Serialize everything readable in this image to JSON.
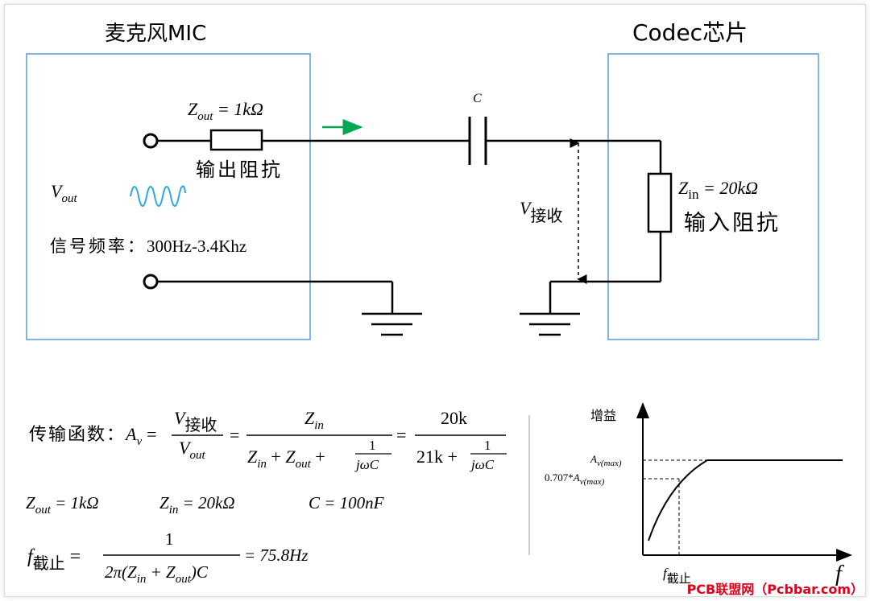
{
  "colors": {
    "box": "#5b9bd5",
    "wire": "#000000",
    "arrow": "#00a651",
    "sine": "#29a9e0",
    "watermark": "#e0001b"
  },
  "mic": {
    "title": "麦克风MIC",
    "zout": {
      "z": "Z",
      "sub": "out",
      "rest": " = 1kΩ"
    },
    "resistor_label": "输出阻抗",
    "vout": {
      "v": "V",
      "sub": "out"
    },
    "freq_label": "信号频率：",
    "freq_value": "300Hz-3.4Khz"
  },
  "codec": {
    "title": "Codec芯片",
    "zin": {
      "z": "Z",
      "sub": "in",
      "rest": " = 20kΩ"
    },
    "resistor_label": "输入阻抗"
  },
  "circuit": {
    "cap_label": "C",
    "vrecv": {
      "v": "V",
      "sub": "接收"
    }
  },
  "formula": {
    "transfer_label": "传输函数：",
    "av": "A",
    "av_sub": "v",
    "eq": "=",
    "f1_num": {
      "v": "V",
      "sub": "接收"
    },
    "f1_den": {
      "v": "V",
      "sub": "out"
    },
    "f2_num": {
      "z": "Z",
      "sub": "in"
    },
    "f2_den": {
      "a": "Z",
      "a_sub": "in",
      "plus1": " + ",
      "b": "Z",
      "b_sub": "out",
      "plus2": " + "
    },
    "small_num": "1",
    "small_den": "jωC",
    "f3_num": "20k",
    "f3_den": "21k + ",
    "params": [
      {
        "z": "Z",
        "sub": "out",
        "rest": " = 1kΩ"
      },
      {
        "z": "Z",
        "sub": "in",
        "rest": " = 20kΩ"
      },
      {
        "z": "C",
        "sub": "",
        "rest": " = 100nF"
      }
    ],
    "fc": {
      "f": "f",
      "sub": "截止",
      "eq": " =",
      "num": "1",
      "den": "2π(Z",
      "den_in": "in",
      "den_mid": " + Z",
      "den_out": "out",
      "den_end": ")C",
      "result": "= 75.8Hz"
    }
  },
  "graph": {
    "ylabel": "增益",
    "xlabel": "f",
    "avmax": {
      "a": "A",
      "sub": "v(max)"
    },
    "avmax707": {
      "pre": "0.707*",
      "a": "A",
      "sub": "v(max)"
    },
    "fc": {
      "f": "f",
      "sub": "截止"
    }
  },
  "watermark": "PCB联盟网（Pcbbar.com）"
}
